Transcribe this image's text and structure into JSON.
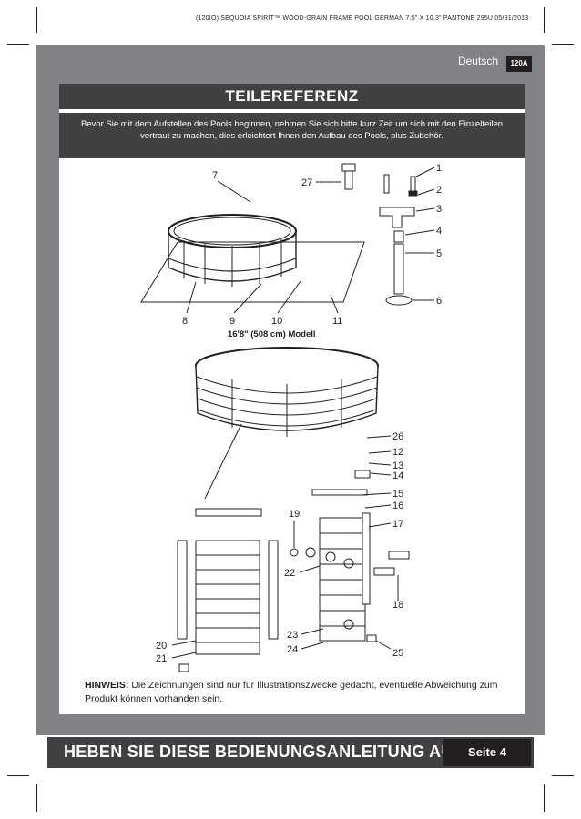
{
  "header": {
    "print_info": "(120IO)  SEQUOIA SPIRIT™ WOOD-GRAIN FRAME POOL  GERMAN  7.5\" X 10.3\"  PANTONE 295U  05/31/2013",
    "language": "Deutsch",
    "page_code": "120A"
  },
  "section": {
    "title": "TEILEREFERENZ",
    "intro": "Bevor Sie mit dem Aufstellen des Pools beginnen, nehmen Sie sich bitte kurz Zeit um sich mit den Einzelteilen  vertraut zu machen, dies erleichtert Ihnen den Aufbau des Pools, plus Zubehör."
  },
  "diagram": {
    "model_label": "16'8\" (508 cm) Modell",
    "callouts_top": [
      "7",
      "27",
      "1",
      "2",
      "3",
      "4",
      "5",
      "6",
      "8",
      "9",
      "10",
      "11"
    ],
    "callouts_bottom": [
      "26",
      "12",
      "13",
      "14",
      "15",
      "16",
      "17",
      "18",
      "19",
      "20",
      "21",
      "22",
      "23",
      "24",
      "25"
    ]
  },
  "note": {
    "label": "HINWEIS:",
    "text": " Die Zeichnungen sind nur für Illustrationszwecke gedacht, eventuelle Abweichung zum Produkt können vorhanden sein."
  },
  "footer": {
    "slogan": "HEBEN SIE DIESE BEDIENUNGSANLEITUNG AUF",
    "page": "Seite 4"
  }
}
